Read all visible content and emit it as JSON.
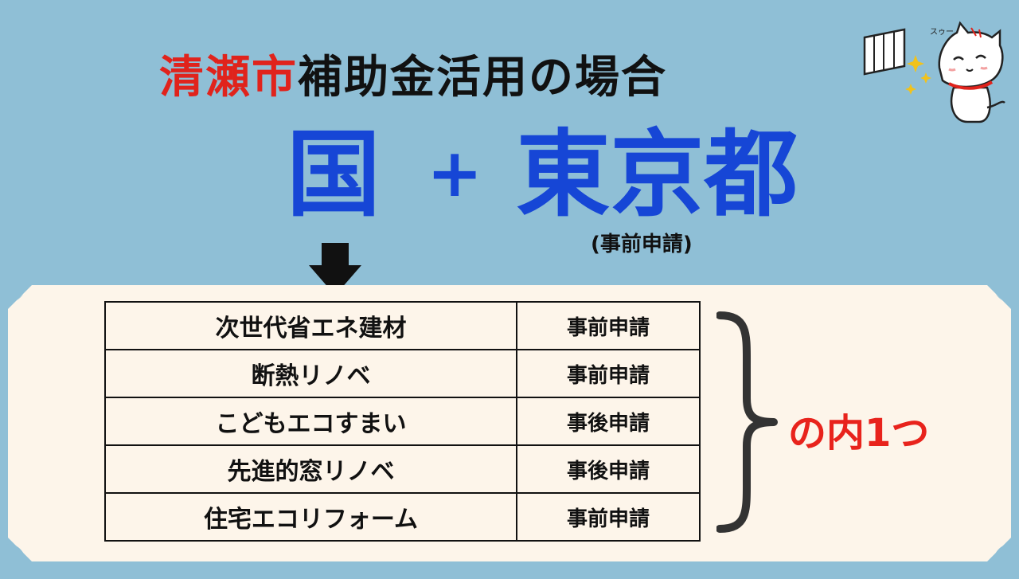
{
  "title": {
    "city": "清瀬市",
    "rest": "補助金活用の場合"
  },
  "formula": {
    "national": "国",
    "plus": "+",
    "tokyo": "東京都",
    "tokyo_note": "(事前申請)"
  },
  "table": {
    "rows": [
      {
        "name": "次世代省エネ建材",
        "timing": "事前申請"
      },
      {
        "name": "断熱リノベ",
        "timing": "事前申請"
      },
      {
        "name": "こどもエコすまい",
        "timing": "事後申請"
      },
      {
        "name": "先進的窓リノベ",
        "timing": "事後申請"
      },
      {
        "name": "住宅エコリフォーム",
        "timing": "事前申請"
      }
    ]
  },
  "choose_one": "の内1つ",
  "mascot": {
    "sfx": "スゥー",
    "icon": "cat-window-icon"
  },
  "colors": {
    "background": "#8fbfd6",
    "red": "#e0231c",
    "blue": "#1646d6",
    "panel": "#fdf5ea"
  }
}
